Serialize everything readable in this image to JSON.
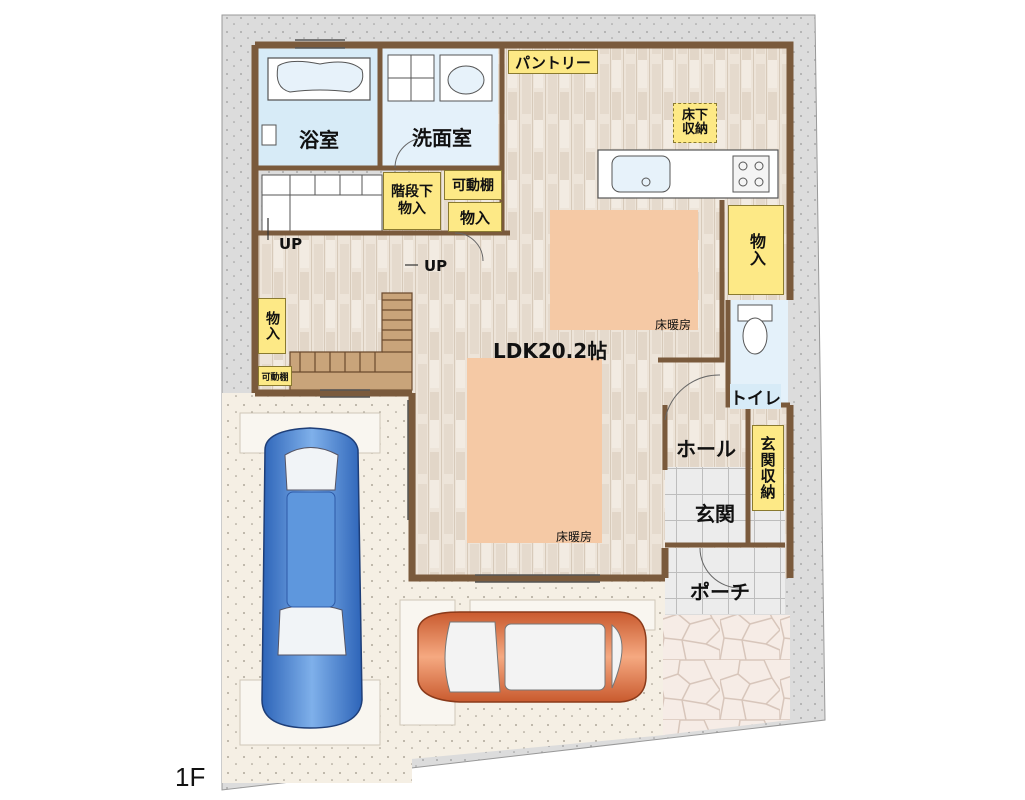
{
  "floor_label": "1F",
  "rooms": {
    "bath": "浴室",
    "washroom": "洗面室",
    "ldk": "LDK20.2帖",
    "toilet": "トイレ",
    "hall": "ホール",
    "entrance": "玄関",
    "porch": "ポーチ"
  },
  "storage": {
    "pantry": "パントリー",
    "underfloor": "床下収納",
    "under_stairs": "階段下物入",
    "movable_shelf_top": "可動棚",
    "closet_center": "物入",
    "closet_right": "物入",
    "closet_left": "物入",
    "movable_shelf_bottom": "可動棚",
    "shoe_storage": "玄関収納"
  },
  "floor_heating": {
    "upper": "床暖房",
    "lower": "床暖房"
  },
  "stairs": {
    "up_left": "UP",
    "up_center": "UP"
  },
  "colors": {
    "wall": "#7a5a3c",
    "floor_wood": "#ece4da",
    "wet_area": "#d7ebf7",
    "storage": "#fde986",
    "floor_heating": "#f5c9a5",
    "exterior": "#dedede",
    "parking": "#f3ede3",
    "blue_car": "#3f7fd0",
    "orange_car": "#e07a4c"
  }
}
